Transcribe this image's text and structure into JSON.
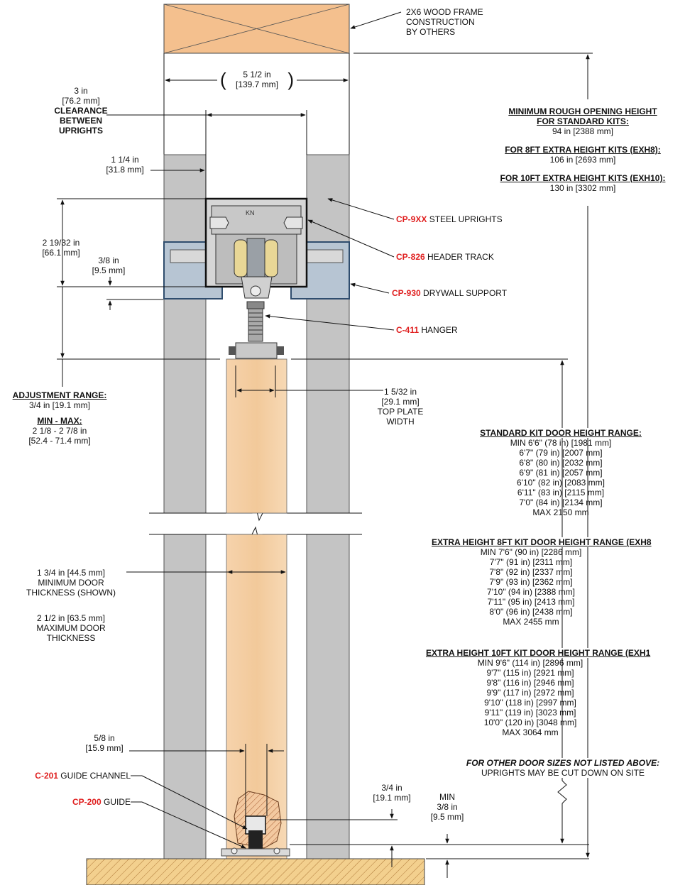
{
  "wood_frame": [
    "2X6 WOOD FRAME",
    "CONSTRUCTION",
    "BY OTHERS"
  ],
  "frame_width": {
    "line1": "5 1/2 in",
    "line2": "[139.7 mm]"
  },
  "clearance": {
    "line1": "3 in",
    "line2": "[76.2 mm]",
    "label": [
      "CLEARANCE",
      "BETWEEN",
      "UPRIGHTS"
    ]
  },
  "upright_width": {
    "line1": "1 1/4 in",
    "line2": "[31.8 mm]"
  },
  "header_height": {
    "line1": "2 19/32 in",
    "line2": "[66.1 mm]"
  },
  "gap_38": {
    "line1": "3/8 in",
    "line2": "[9.5 mm]"
  },
  "callouts": {
    "uprights": {
      "code": "CP-9XX",
      "text": " STEEL UPRIGHTS"
    },
    "header": {
      "code": "CP-826",
      "text": " HEADER TRACK"
    },
    "drywall": {
      "code": "CP-930",
      "text": " DRYWALL SUPPORT"
    },
    "hanger": {
      "code": "C-411",
      "text": " HANGER"
    },
    "channel": {
      "code": "C-201",
      "text": " GUIDE CHANNEL"
    },
    "guide": {
      "code": "CP-200",
      "text": " GUIDE"
    }
  },
  "adjustment": {
    "title": "ADJUSTMENT RANGE:",
    "value": "3/4 in [19.1 mm]",
    "minmax_title": "MIN - MAX:",
    "minmax": [
      "2 1/8 - 2 7/8 in",
      "[52.4 - 71.4 mm]"
    ]
  },
  "top_plate": [
    "1 5/32 in",
    "[29.1 mm]",
    "TOP PLATE",
    "WIDTH"
  ],
  "door_thickness": {
    "min": [
      "1 3/4 in [44.5 mm]",
      "MINIMUM DOOR",
      "THICKNESS (SHOWN)"
    ],
    "max": [
      "2 1/2 in [63.5 mm]",
      "MAXIMUM DOOR",
      "THICKNESS"
    ]
  },
  "guide_channel_width": {
    "line1": "5/8 in",
    "line2": "[15.9 mm]"
  },
  "guide_depth": {
    "line1": "3/4 in",
    "line2": "[19.1 mm]"
  },
  "floor_gap": {
    "line1": "MIN",
    "line2": "3/8 in",
    "line3": "[9.5 mm]"
  },
  "rough_opening": {
    "title1": "MINIMUM ROUGH OPENING HEIGHT",
    "title2": "FOR STANDARD KITS:",
    "value": "94 in [2388 mm]",
    "exh8_title": "FOR 8FT EXTRA HEIGHT KITS (EXH8):",
    "exh8_value": "106 in [2693 mm]",
    "exh10_title": "FOR 10FT EXTRA HEIGHT KITS (EXH10):",
    "exh10_value": "130 in [3302 mm]"
  },
  "standard_range": {
    "title": "STANDARD KIT DOOR HEIGHT RANGE:",
    "rows": [
      "MIN 6'6\" (78 in) [1981 mm]",
      "6'7\" (79 in) [2007 mm]",
      "6'8\" (80 in) [2032 mm]",
      "6'9\" (81 in) [2057 mm]",
      "6'10\" (82 in) [2083 mm]",
      "6'11\" (83 in) [2115 mm]",
      "7'0\" (84 in) [2134 mm]",
      "MAX 2150 mm"
    ]
  },
  "exh8_range": {
    "title": "EXTRA HEIGHT 8FT KIT DOOR HEIGHT RANGE (EXH8",
    "rows": [
      "MIN 7'6\" (90 in) [2286 mm]",
      "7'7\" (91 in) [2311 mm]",
      "7'8\" (92 in) [2337 mm]",
      "7'9\" (93 in) [2362 mm]",
      "7'10\" (94 in) [2388 mm]",
      "7'11\" (95 in) [2413 mm]",
      "8'0\" (96 in) [2438 mm]",
      "MAX 2455 mm"
    ]
  },
  "exh10_range": {
    "title": "EXTRA HEIGHT 10FT KIT DOOR HEIGHT RANGE (EXH1",
    "rows": [
      "MIN 9'6\" (114 in) [2896 mm]",
      "9'7\" (115 in) [2921 mm]",
      "9'8\" (116 in) [2946 mm]",
      "9'9\" (117 in) [2972 mm]",
      "9'10\" (118 in) [2997 mm]",
      "9'11\" (119 in) [3023 mm]",
      "10'0\" (120 in) [3048 mm]",
      "MAX 3064 mm"
    ]
  },
  "other_sizes": {
    "title": "FOR OTHER DOOR SIZES NOT LISTED ABOVE:",
    "text": "UPRIGHTS MAY BE CUT DOWN ON SITE"
  },
  "track_stamp": "KN",
  "colors": {
    "wood": "#f2c89a",
    "door": "#f6d7b3",
    "upright": "#c4c4c4",
    "steel": "#7c8fa4",
    "callout_red": "#e02020"
  }
}
